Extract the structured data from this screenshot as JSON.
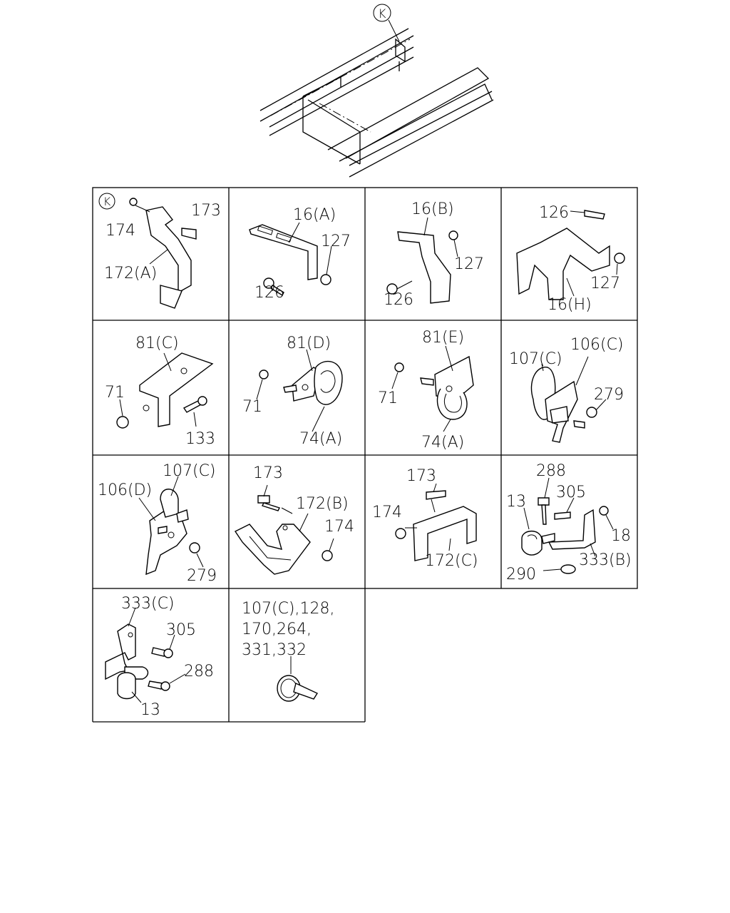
{
  "detail_marker": "K",
  "panels": [
    {
      "id": "p1",
      "marker": "K",
      "labels": [
        "174",
        "173",
        "172(A)"
      ]
    },
    {
      "id": "p2",
      "labels": [
        "16(A)",
        "127",
        "126"
      ]
    },
    {
      "id": "p3",
      "labels": [
        "16(B)",
        "127",
        "126"
      ]
    },
    {
      "id": "p4",
      "labels": [
        "126",
        "127",
        "16(H)"
      ]
    },
    {
      "id": "p5",
      "labels": [
        "81(C)",
        "71",
        "133"
      ]
    },
    {
      "id": "p6",
      "labels": [
        "81(D)",
        "71",
        "74(A)"
      ]
    },
    {
      "id": "p7",
      "labels": [
        "81(E)",
        "71",
        "74(A)"
      ]
    },
    {
      "id": "p8",
      "labels": [
        "107(C)",
        "106(C)",
        "279"
      ]
    },
    {
      "id": "p9",
      "labels": [
        "107(C)",
        "106(D)",
        "279"
      ]
    },
    {
      "id": "p10",
      "labels": [
        "173",
        "172(B)",
        "174"
      ]
    },
    {
      "id": "p11",
      "labels": [
        "173",
        "174",
        "172(C)"
      ]
    },
    {
      "id": "p12",
      "labels": [
        "288",
        "305",
        "13",
        "18",
        "333(B)",
        "290"
      ]
    },
    {
      "id": "p13",
      "labels": [
        "333(C)",
        "305",
        "288",
        "13"
      ]
    },
    {
      "id": "p14",
      "labels": [
        "107(C),128,",
        "170,264,",
        "331,332"
      ]
    }
  ]
}
